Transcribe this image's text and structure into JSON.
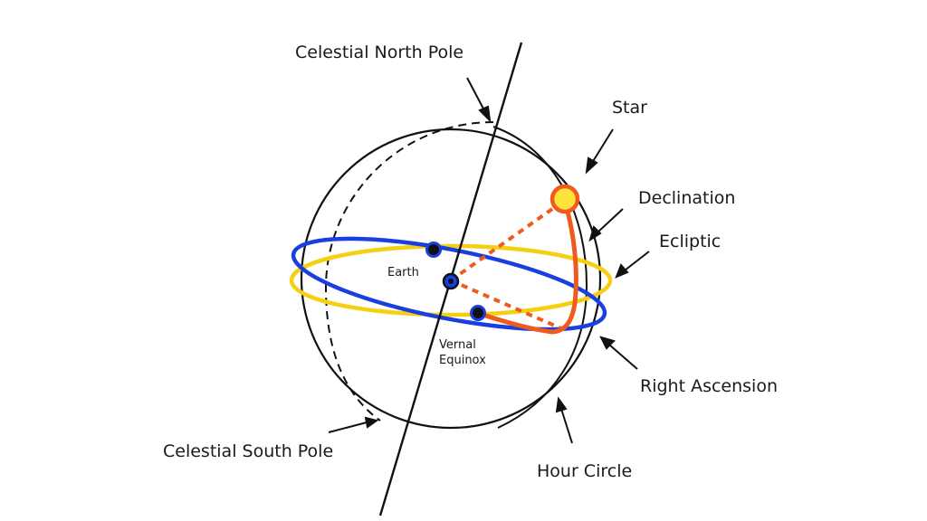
{
  "labels": {
    "north_pole": "Celestial North Pole",
    "south_pole": "Celestial South Pole",
    "star": "Star",
    "declination": "Declination",
    "ecliptic": "Ecliptic",
    "right_ascension": "Right Ascension",
    "hour_circle": "Hour Circle",
    "earth": "Earth",
    "vernal_line1": "Vernal",
    "vernal_line2": "Equinox"
  },
  "colors": {
    "outline": "#111111",
    "celestial_equator": "#1a3fe0",
    "ecliptic": "#f5cf10",
    "declination_arc": "#f05a1e",
    "star_fill": "#ffe23a",
    "earth_fill": "#1a3fe0"
  }
}
